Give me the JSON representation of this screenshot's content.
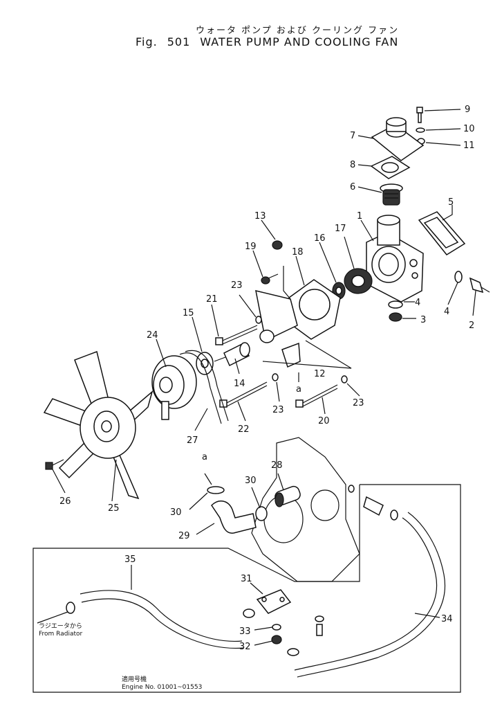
{
  "header": {
    "fig_prefix": "Fig.",
    "fig_number": "501",
    "title_en": "WATER PUMP AND COOLING FAN",
    "title_jp": "ウォータ ポンプ および クーリング ファン"
  },
  "labels": {
    "p1": "1",
    "p2": "2",
    "p3": "3",
    "p4a": "4",
    "p4b": "4",
    "p5": "5",
    "p6": "6",
    "p7": "7",
    "p8": "8",
    "p9": "9",
    "p10": "10",
    "p11": "11",
    "p12": "12",
    "p13": "13",
    "p14": "14",
    "p15": "15",
    "p16": "16",
    "p17": "17",
    "p18": "18",
    "p19": "19",
    "p20": "20",
    "p21": "21",
    "p22": "22",
    "p23a": "23",
    "p23b": "23",
    "p23c": "23",
    "p24": "24",
    "p25": "25",
    "p26": "26",
    "p27": "27",
    "p28": "28",
    "p29": "29",
    "p30a": "30",
    "p30b": "30",
    "p31": "31",
    "p32": "32",
    "p33": "33",
    "p34": "34",
    "p35": "35",
    "ref_a1": "a",
    "ref_a2": "a"
  },
  "notes": {
    "from_radiator_jp": "ラジエータから",
    "from_radiator_en": "From Radiator",
    "applicable_jp": "適用号機",
    "engine_no": "Engine No. 01001~01553"
  }
}
